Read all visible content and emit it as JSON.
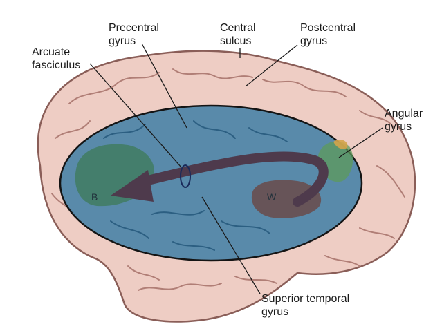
{
  "labels": {
    "arcuate": "Arcuate\nfasciculus",
    "precentral": "Precentral\ngyrus",
    "central": "Central\nsulcus",
    "postcentral": "Postcentral\ngyrus",
    "angular": "Angular\ngyrus",
    "superior_temporal": "Superior temporal\ngyrus"
  },
  "area_marks": {
    "broca": "B",
    "wernicke": "W"
  },
  "colors": {
    "brain_fill": "#eecdc4",
    "brain_outline": "#8a5e58",
    "overlay_ellipse": "#3e7ea6",
    "ellipse_outline": "#141414",
    "arrow": "#4e3a4c",
    "broca_area": "#3f7a5c",
    "wernicke_area": "#6a4a4a",
    "angular_area": "#5e9a5a"
  }
}
